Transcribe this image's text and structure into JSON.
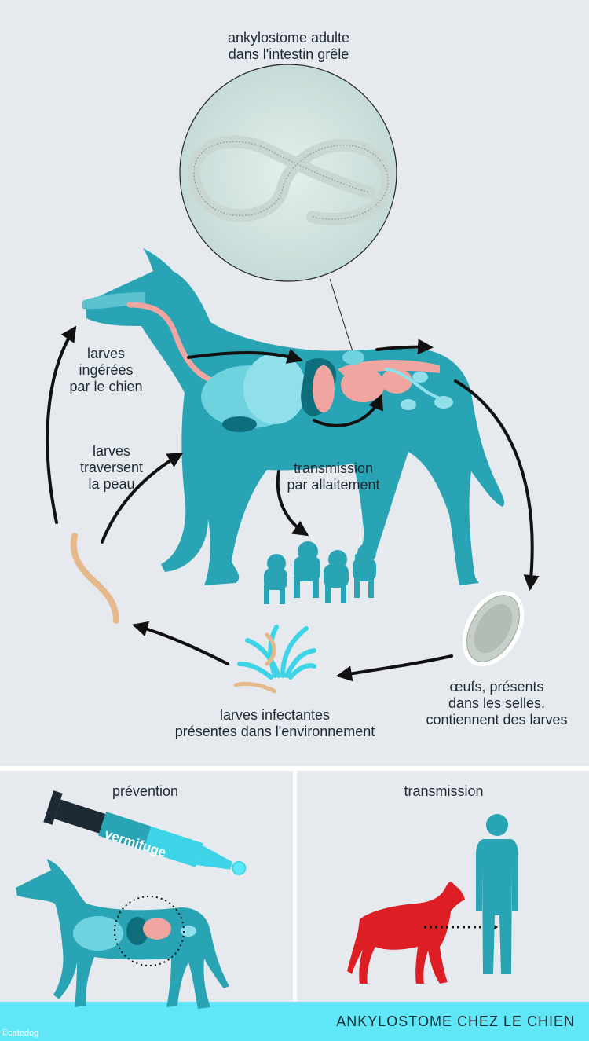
{
  "main": {
    "adult_label": "ankylostome adulte\ndans l'intestin grêle",
    "ingested_label": "larves\ningérées\npar le chien",
    "skin_label": "larves\ntraversent\nla peau",
    "nursing_label": "transmission\npar allaitement",
    "eggs_label": "œufs, présents\ndans les selles,\ncontiennent des larves",
    "environment_label": "larves infectantes\nprésentes dans l'environnement"
  },
  "prevention": {
    "title": "prévention",
    "syringe_label": "vermifuge"
  },
  "transmission": {
    "title": "transmission"
  },
  "footer": {
    "title": "ANKYLOSTOME CHEZ LE CHIEN",
    "copyright": "©catedog"
  },
  "colors": {
    "dog": "#29a4b4",
    "organ": "#6fd3df",
    "intestine": "#f1a5a0",
    "larva": "#e6b98c",
    "red_dog": "#dd1f25",
    "accent": "#5fe6f7",
    "background": "#e6eaee"
  },
  "icons": [
    "syringe-icon",
    "dog-icon",
    "human-icon",
    "puppies-icon",
    "grass-icon",
    "larva-icon",
    "egg-icon",
    "worm-icon",
    "magnifier-icon"
  ]
}
